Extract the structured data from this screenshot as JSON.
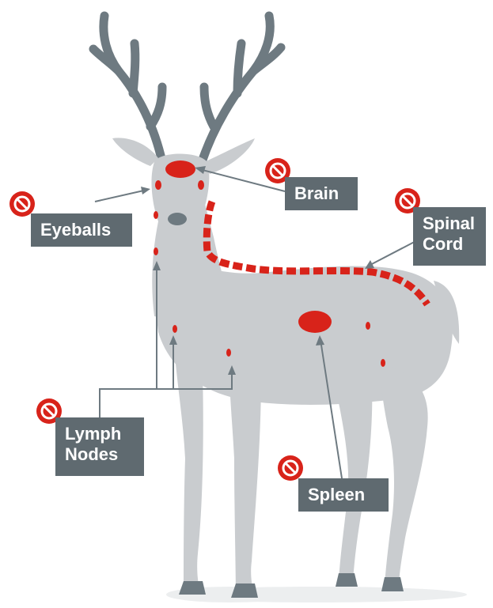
{
  "labels": {
    "brain": "Brain",
    "eyeballs": "Eyeballs",
    "spinal_cord_line1": "Spinal",
    "spinal_cord_line2": "Cord",
    "lymph_nodes_line1": "Lymph",
    "lymph_nodes_line2": "Nodes",
    "spleen": "Spleen"
  },
  "colors": {
    "deer_body": "#c9cccf",
    "antler": "#6e7a81",
    "hoof": "#6e7a81",
    "highlight_red": "#d8231a",
    "label_background": "#5f6a70",
    "label_text": "#ffffff",
    "pointer_line": "#6e7a81"
  },
  "icons": {
    "warning": "no-symbol-icon"
  }
}
